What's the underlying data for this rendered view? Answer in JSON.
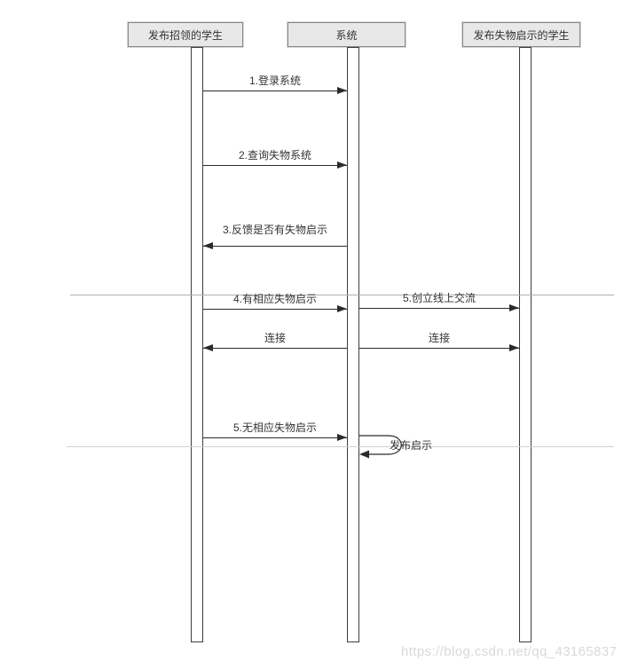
{
  "diagram": {
    "type": "uml-sequence-diagram",
    "actors": [
      {
        "label": "发布招领的学生"
      },
      {
        "label": "系统"
      },
      {
        "label": "发布失物启示的学生"
      }
    ],
    "messages": [
      {
        "label": "1.登录系统",
        "from": "发布招领的学生",
        "to": "系统",
        "direction": "right"
      },
      {
        "label": "2.查询失物系统",
        "from": "发布招领的学生",
        "to": "系统",
        "direction": "right"
      },
      {
        "label": "3.反馈是否有失物启示",
        "from": "系统",
        "to": "发布招领的学生",
        "direction": "left"
      },
      {
        "label": "4.有相应失物启示",
        "from": "发布招领的学生",
        "to": "系统",
        "direction": "right"
      },
      {
        "label": "5.创立线上交流",
        "from": "系统",
        "to": "发布失物启示的学生",
        "direction": "right"
      },
      {
        "label": "连接",
        "from": "系统",
        "to": "发布招领的学生",
        "direction": "left"
      },
      {
        "label": "连接",
        "from": "系统",
        "to": "发布失物启示的学生",
        "direction": "right"
      },
      {
        "label": "5.无相应失物启示",
        "from": "发布招领的学生",
        "to": "系统",
        "direction": "right"
      },
      {
        "label": "发布启示",
        "from": "系统",
        "to": "系统",
        "direction": "self"
      }
    ],
    "colors": {
      "actor_fill": "#e8e8e8",
      "actor_border": "#878787",
      "message_line": "#2b2b2b",
      "separator_top": "#b0b0b0",
      "separator_bottom": "#cfcfcf"
    }
  },
  "watermark": {
    "text": "https://blog.csdn.net/qq_43165837",
    "color": "#d9d9d9"
  }
}
